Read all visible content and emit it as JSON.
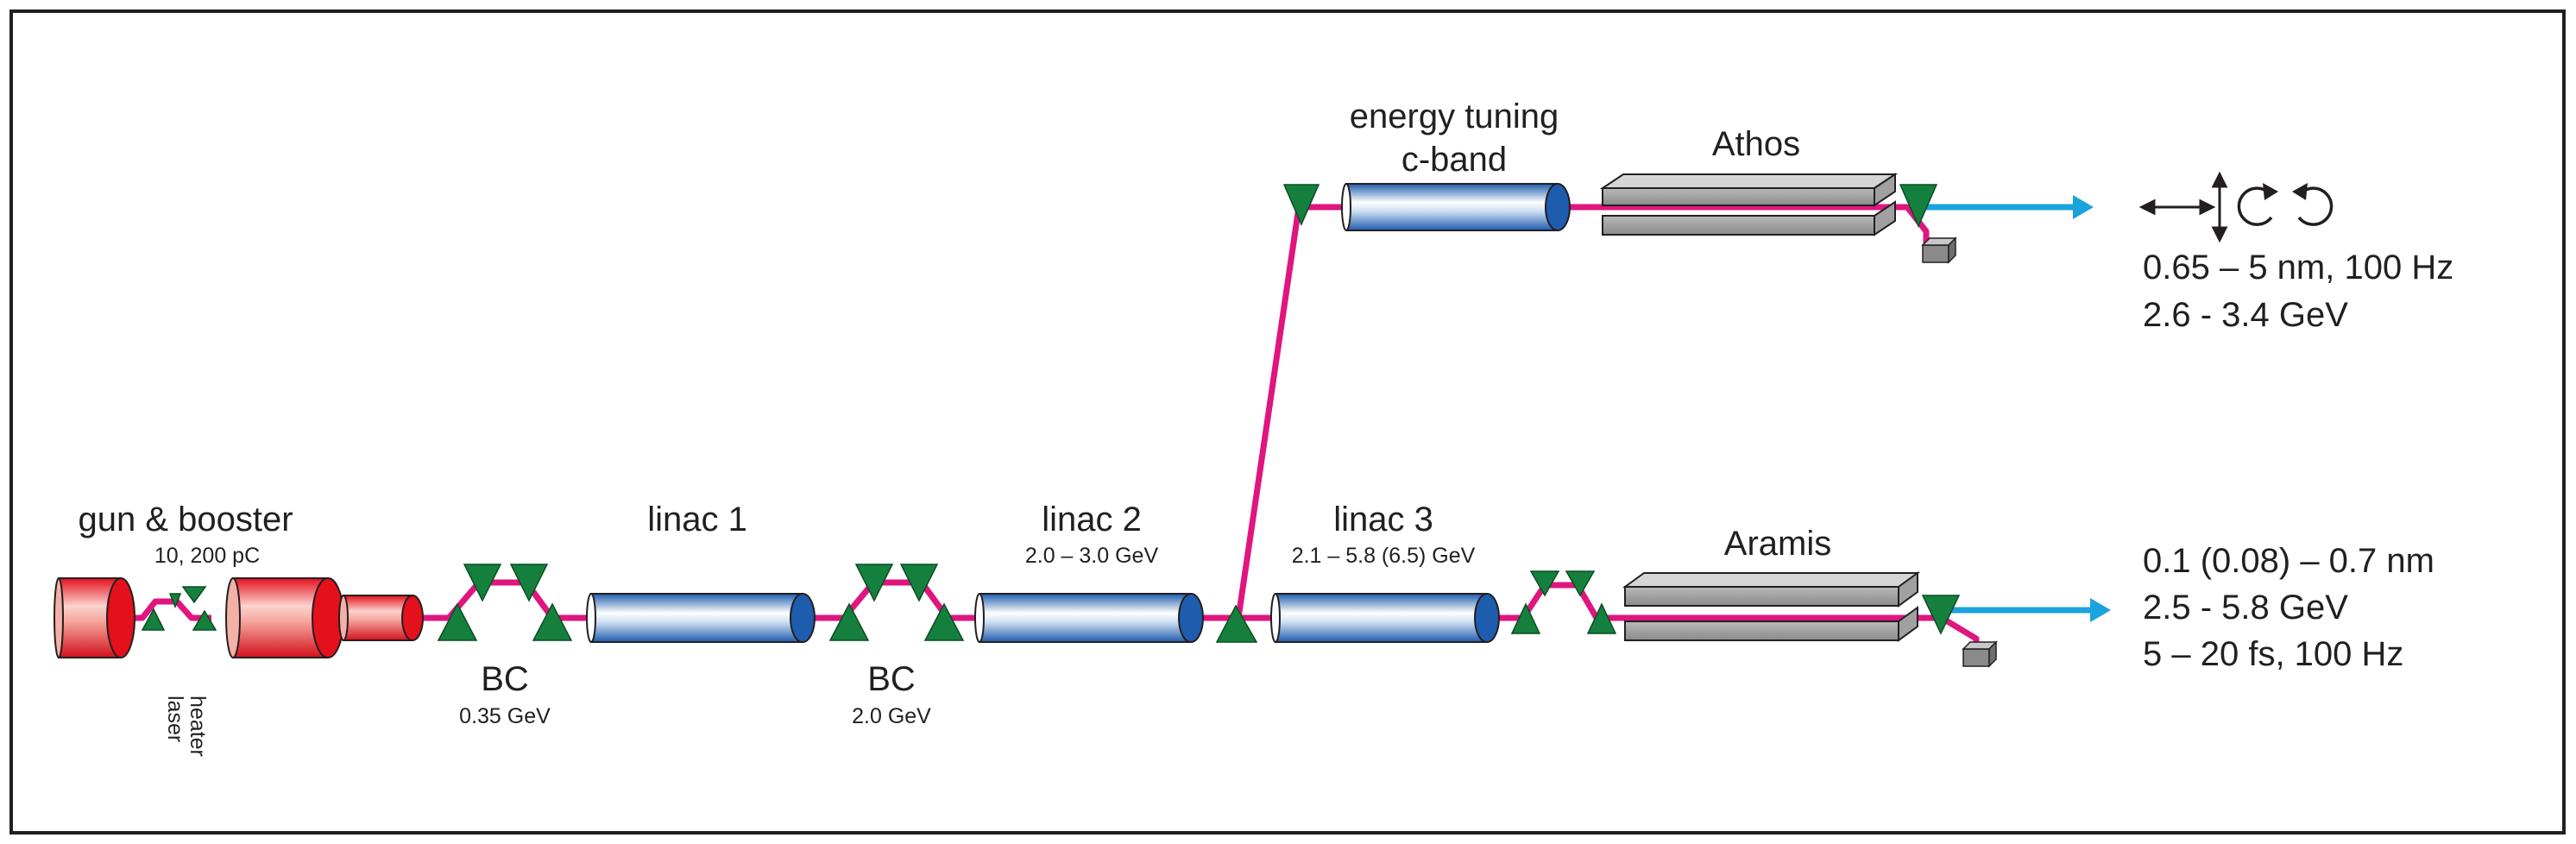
{
  "labels": {
    "gun_booster": "gun & booster",
    "gun_charge": "10, 200 pC",
    "laser": "laser",
    "heater": "heater",
    "bc1": "BC",
    "bc1_energy": "0.35 GeV",
    "linac1": "linac 1",
    "bc2": "BC",
    "bc2_energy": "2.0 GeV",
    "linac2": "linac 2",
    "linac2_energy": "2.0 – 3.0 GeV",
    "linac3": "linac 3",
    "linac3_energy": "2.1 – 5.8 (6.5) GeV",
    "energy_tuning_1": "energy tuning",
    "energy_tuning_2": "c-band",
    "athos": "Athos",
    "aramis": "Aramis"
  },
  "outputs": {
    "athos_line1": "0.65 – 5 nm, 100 Hz",
    "athos_line2": "2.6 - 3.4 GeV",
    "aramis_line1": "0.1 (0.08) – 0.7 nm",
    "aramis_line2": "2.5 - 5.8 GeV",
    "aramis_line3": "5 – 20 fs, 100 Hz"
  },
  "polarization_icons": [
    "horizontal-arrow-icon",
    "vertical-arrow-icon",
    "clockwise-circle-icon",
    "counterclockwise-circle-icon"
  ],
  "colors": {
    "beamline": "#e0157f",
    "photon_beam": "#1aa3dc",
    "magnet": "#15803d",
    "gun": "#e3101b",
    "cavity": "#1f5fb0",
    "undulator": "#8c8c8c"
  }
}
